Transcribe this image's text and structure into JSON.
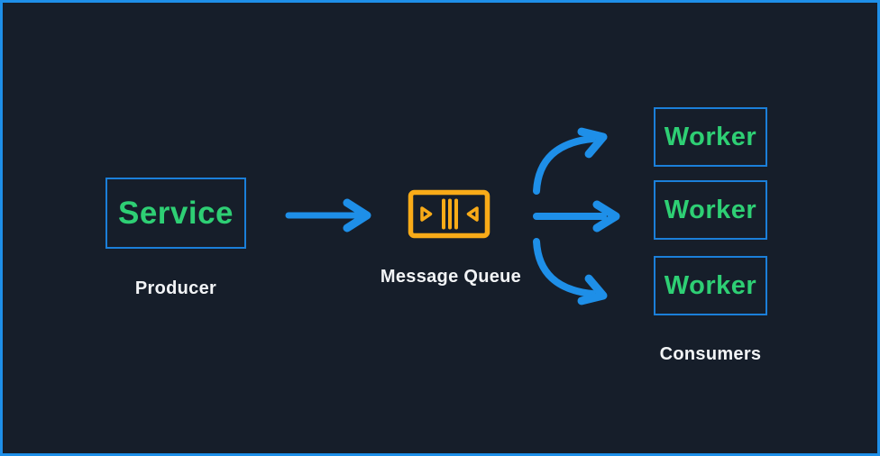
{
  "diagram": {
    "producer": {
      "node_label": "Service",
      "caption": "Producer"
    },
    "queue": {
      "caption": "Message Queue",
      "icon": "message-queue-icon"
    },
    "consumers": {
      "caption": "Consumers",
      "workers": [
        {
          "label": "Worker"
        },
        {
          "label": "Worker"
        },
        {
          "label": "Worker"
        }
      ]
    }
  },
  "colors": {
    "background": "#161e2a",
    "frame_border": "#1e8fe8",
    "node_border": "#1b7fd9",
    "arrow_blue": "#1e8fe8",
    "node_text_green": "#2ecf74",
    "queue_icon_yellow": "#f9ab18",
    "caption_white": "#f2f4f6"
  }
}
